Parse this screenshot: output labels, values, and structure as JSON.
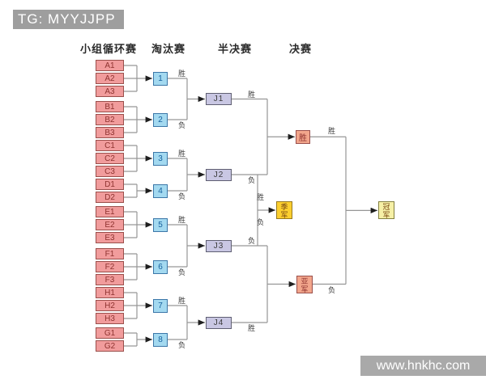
{
  "watermark": {
    "tag": "TG: MYYJJPP",
    "site": "www.hnkhc.com"
  },
  "columns": [
    "小组循环赛",
    "淘汰赛",
    "半决赛",
    "决赛"
  ],
  "groups": [
    [
      "A1",
      "A2",
      "A3"
    ],
    [
      "B1",
      "B2",
      "B3"
    ],
    [
      "C1",
      "C2",
      "C3"
    ],
    [
      "D1",
      "D2"
    ],
    [
      "E1",
      "E2",
      "E3"
    ],
    [
      "F1",
      "F2",
      "F3"
    ],
    [
      "H1",
      "H2",
      "H3"
    ],
    [
      "G1",
      "G2"
    ]
  ],
  "knockout_matches": [
    "1",
    "2",
    "3",
    "4",
    "5",
    "6",
    "7",
    "8"
  ],
  "semifinal_matches": [
    "J1",
    "J2",
    "J3",
    "J4"
  ],
  "finals": {
    "winner": "胜",
    "third_place": "季军",
    "runner_up": "亚军",
    "champion": "冠军"
  },
  "edge_labels": {
    "win": "胜",
    "lose": "负"
  },
  "colors": {
    "team_fill": "#f19c9c",
    "team_border": "#9a4f4b",
    "team_text": "#8f3330",
    "knockout_fill": "#a3d9f0",
    "knockout_border": "#3c77a8",
    "knockout_text": "#17629e",
    "semifinal_fill": "#c9c7e3",
    "semifinal_border": "#5f5f72",
    "semifinal_text": "#3a3a3a",
    "winner_fill": "#f2a68c",
    "gold_fill": "#fccf2f",
    "gold_border": "#96781e",
    "gold_text": "#7a4a14",
    "pale_yellow_fill": "#f6f0a6",
    "pale_yellow_border": "#83803f",
    "line": "#969696",
    "arrow": "#1f1f1f",
    "watermark_bg": "#9e9e9e",
    "footer_bg": "#a9a9a9"
  }
}
